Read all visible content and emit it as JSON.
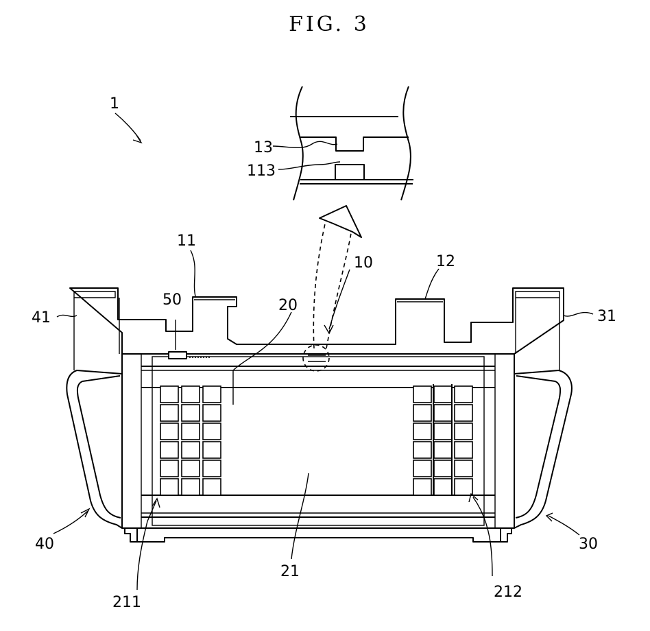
{
  "figure": {
    "title": "FIG. 3",
    "labels": {
      "r1": "1",
      "r10": "10",
      "r11": "11",
      "r12": "12",
      "r13": "13",
      "r113": "113",
      "r20": "20",
      "r21": "21",
      "r211": "211",
      "r212": "212",
      "r30": "30",
      "r31": "31",
      "r40": "40",
      "r41": "41",
      "r50": "50"
    }
  }
}
